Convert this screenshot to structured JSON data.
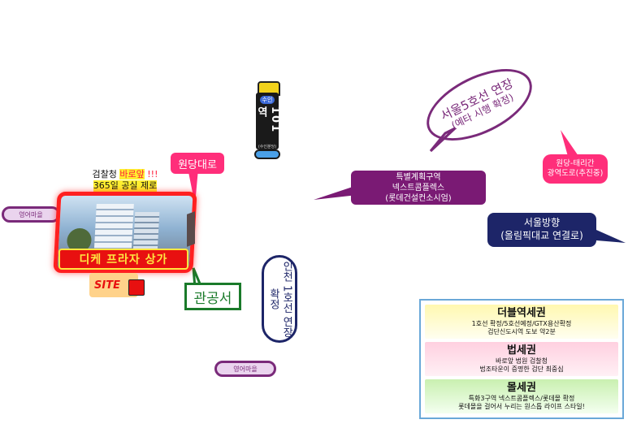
{
  "station": {
    "line_badge": "수인",
    "name": "101역",
    "sub": "(수인분당)"
  },
  "labels": {
    "wondang_road": "원당대로",
    "seoul5": {
      "line1": "서울5호선 연장",
      "line2": "(예타 시행 확정)"
    },
    "special_zone": {
      "line1": "특별계획구역",
      "line2": "넥스트콤플렉스",
      "line3": "(롯데건설컨소시엄)"
    },
    "wondang_taeri": {
      "line1": "원당-태리간",
      "line2": "광역도로(추진중)"
    },
    "seoul_dir": {
      "line1": "서울방향",
      "line2": "(올림픽대교 연결로)"
    },
    "incheon": "인천 1호선 연장확정",
    "gwangong": "관공서",
    "yeong1": "영어마을",
    "yeong2": "영어마을"
  },
  "building": {
    "info_line1_a": "검찰청",
    "info_line1_b": "바로앞",
    "info_line1_c": "!!!",
    "info_line2": "365일 공실 제로",
    "name": "디케 프라자 상가"
  },
  "site": {
    "label": "SITE"
  },
  "infobox": {
    "sections": [
      {
        "title": "더블역세권",
        "line1": "1호선 확정/5호선예정/GTX용산확정",
        "line2": "검단신도시역 도보 약2분"
      },
      {
        "title": "법세권",
        "line1": "바로앞 법원 검찰청",
        "line2": "법조타운이 증명한 검단 최중심"
      },
      {
        "title": "몰세권",
        "line1": "특화3구역 넥스트콤플렉스/롯데몰 확정",
        "line2": "롯데몰을 걸어서 누리는 원스톱 라이프 스타일!"
      }
    ]
  },
  "colors": {
    "pink": "#ff2e7a",
    "purple": "#7a1a74",
    "navy": "#1d2568",
    "green": "#1a7a2a",
    "red": "#e81010",
    "yellow": "#ffef30"
  }
}
